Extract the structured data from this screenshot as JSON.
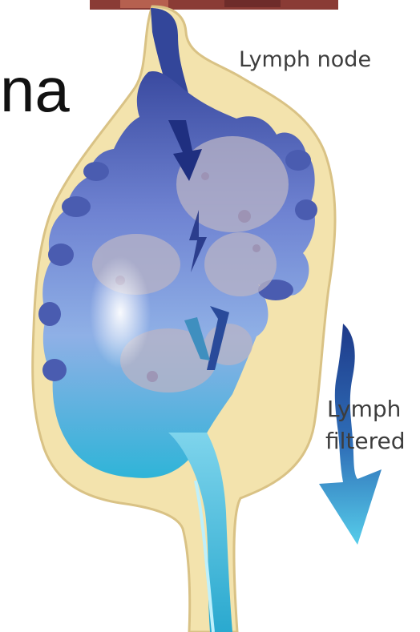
{
  "labels": {
    "title_fragment": "na",
    "node_label": "Lymph node",
    "flow_label_line1": "Lymph",
    "flow_label_line2": "filtered"
  },
  "colors": {
    "capsule": "#f3e3ad",
    "capsule_edge": "#d9c285",
    "tissue_dark": "#2e3f8f",
    "tissue_mid": "#6f83d2",
    "tissue_light": "#c9d6f0",
    "cortex_gray": "#b9b4c6",
    "outflow_cyan": "#3fc2e0",
    "arrow_dark": "#1e3a8a",
    "arrow_light": "#4fc6e8",
    "top_image": "#8a3b35"
  }
}
